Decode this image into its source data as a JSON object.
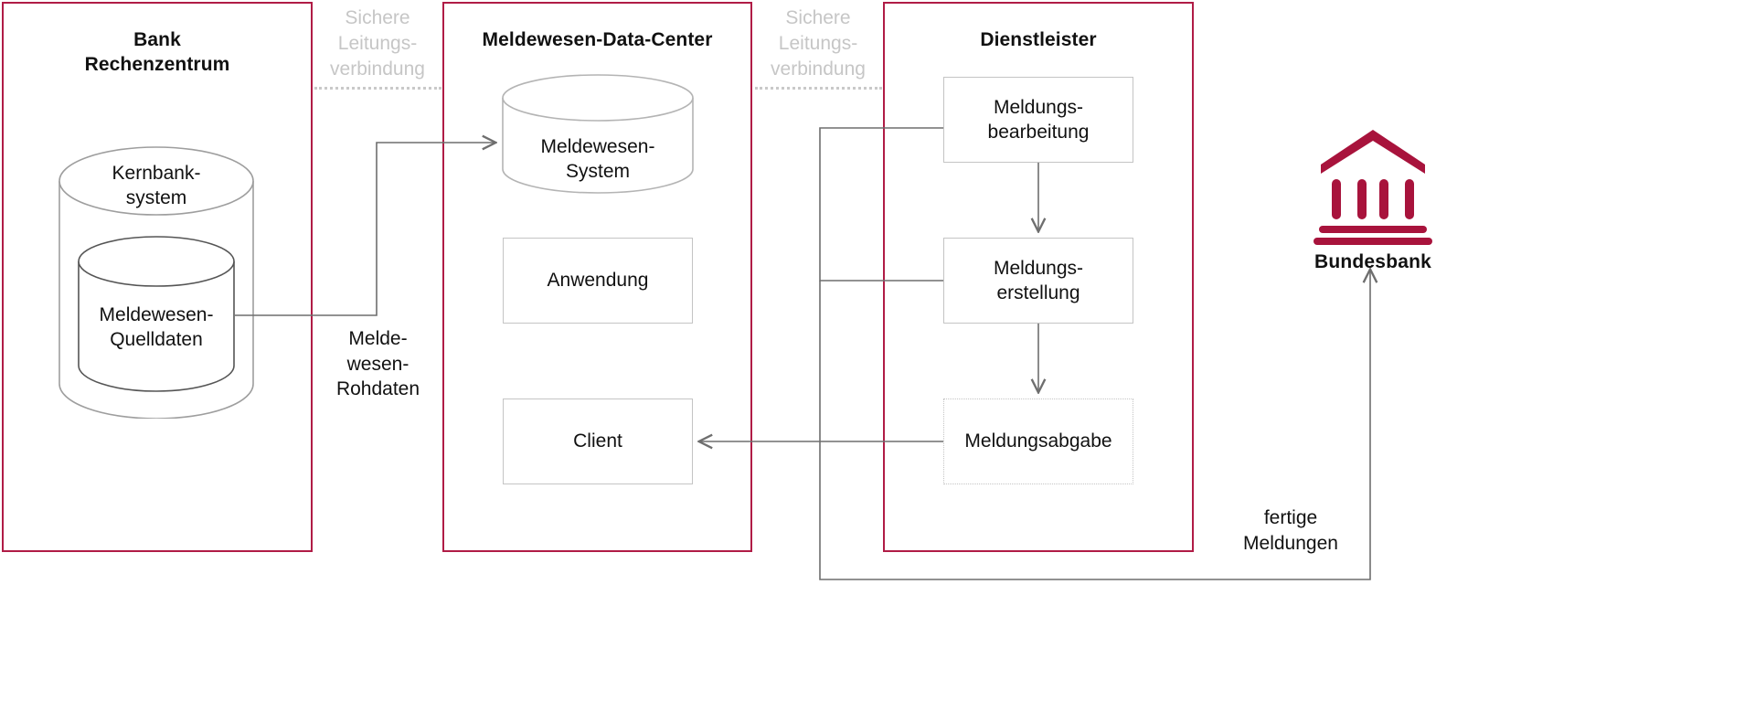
{
  "diagram": {
    "title_hidden": "Meldewesen Architektur",
    "accent_red": "#B01C46",
    "logo_red": "#A8133C",
    "line_gray": "#6e6e6e",
    "box_gray": "#c4c4c4",
    "muted_gray": "#c6c6c6"
  },
  "zones": [
    {
      "id": "bank",
      "title_line1": "Bank",
      "title_line2": "Rechenzentrum"
    },
    {
      "id": "center",
      "title_line1": "Meldewesen-Data-Center",
      "title_line2": ""
    },
    {
      "id": "dl",
      "title_line1": "Dienstleister",
      "title_line2": ""
    }
  ],
  "secure_links": [
    {
      "id": "link-left",
      "line1": "Sichere",
      "line2": "Leitungs-",
      "line3": "verbindung"
    },
    {
      "id": "link-right",
      "line1": "Sichere",
      "line2": "Leitungs-",
      "line3": "verbindung"
    }
  ],
  "bank_zone": {
    "outer_cylinder": {
      "line1": "Kernbank-",
      "line2": "system"
    },
    "inner_cylinder": {
      "line1": "Meldewesen-",
      "line2": "Quelldaten"
    }
  },
  "center_zone": {
    "cylinder": {
      "line1": "Meldewesen-",
      "line2": "System"
    },
    "boxes": [
      {
        "id": "anwendung",
        "label": "Anwendung"
      },
      {
        "id": "client",
        "label": "Client"
      }
    ]
  },
  "dienstleister_zone": {
    "boxes": [
      {
        "id": "meldungsbearbeitung",
        "line1": "Meldungs-",
        "line2": "bearbeitung",
        "dotted": false
      },
      {
        "id": "meldungserstellung",
        "line1": "Meldungs-",
        "line2": "erstellung",
        "dotted": false
      },
      {
        "id": "meldungsabgabe",
        "line1": "Meldungsabgabe",
        "line2": "",
        "dotted": true
      }
    ]
  },
  "edge_labels": [
    {
      "id": "rohdaten",
      "line1": "Melde-",
      "line2": "wesen-",
      "line3": "Rohdaten"
    },
    {
      "id": "fertige",
      "line1": "fertige",
      "line2": "Meldungen",
      "line3": ""
    }
  ],
  "bundesbank": {
    "name": "Bundesbank",
    "icon": "bank-building-icon"
  }
}
